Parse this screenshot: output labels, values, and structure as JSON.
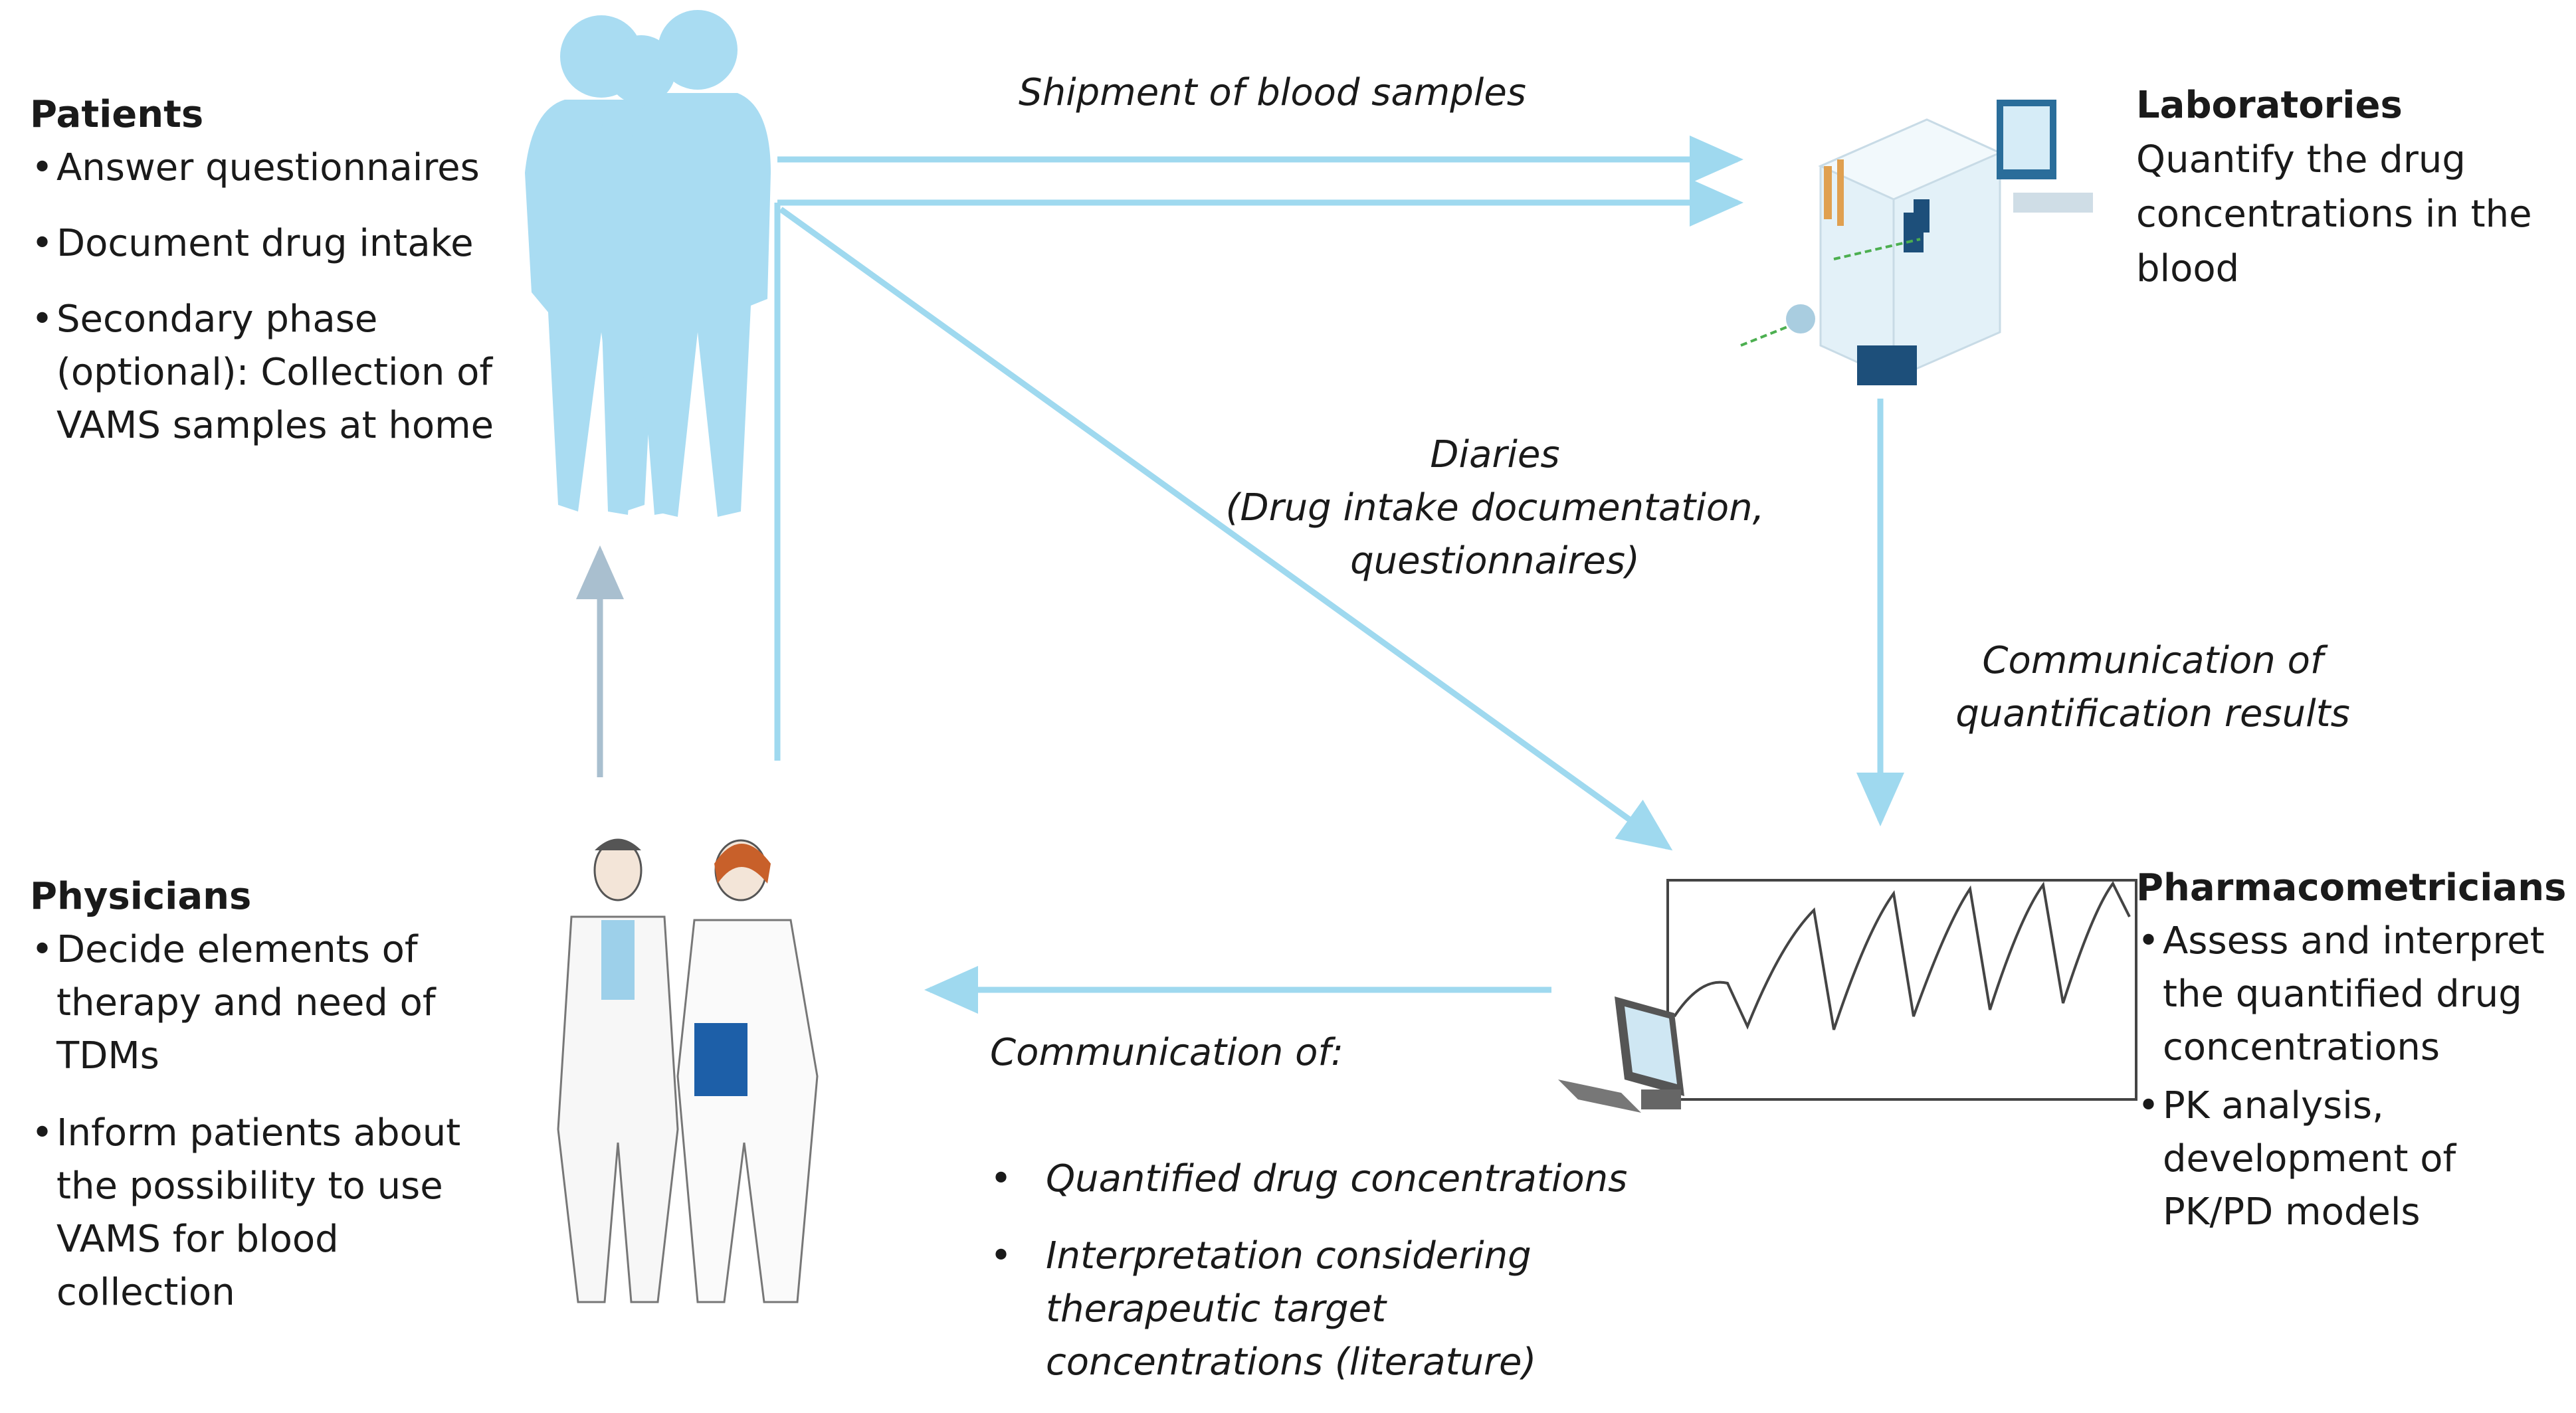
{
  "patients": {
    "title": "Patients",
    "items": [
      "Answer questionnaires",
      "Document  drug intake",
      "Secondary phase (optional):  Collection of VAMS samples at home"
    ]
  },
  "laboratories": {
    "title": "Laboratories",
    "description": "Quantify the drug concentrations in the blood"
  },
  "physicians": {
    "title": "Physicians",
    "items": [
      "Decide elements of therapy and need of TDMs",
      "Inform patients about the possibility to use VAMS for blood collection"
    ]
  },
  "pharmacometricians": {
    "title": "Pharmacometricians",
    "items": [
      "Assess and interpret the quantified drug concentrations",
      "PK analysis, development  of PK/PD models"
    ]
  },
  "flows": {
    "shipment": "Shipment of blood samples",
    "diaries_line1": "Diaries",
    "diaries_line2": "(Drug intake documentation,",
    "diaries_line3": "questionnaires)",
    "results_line1": "Communication of",
    "results_line2": "quantification results",
    "communication_title": "Communication of:",
    "communication_items": [
      "Quantified drug  concentrations",
      "Interpretation considering therapeutic target concentrations (literature)"
    ]
  },
  "colors": {
    "arrow": "#9fd9ef",
    "silhouette": "#a9dcf2",
    "up_arrow": "#a9bfcf"
  },
  "icons": [
    "patients-silhouette-icon",
    "laboratory-icon",
    "physicians-illustration-icon",
    "pk-curve-monitor-icon"
  ]
}
